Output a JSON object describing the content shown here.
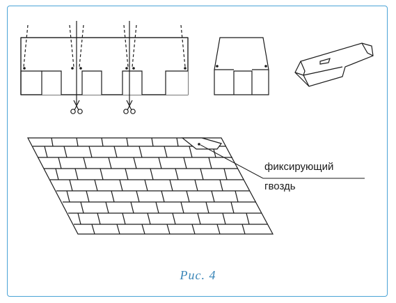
{
  "figure": {
    "label_line1": "фиксирующий",
    "label_line2": "гвоздь",
    "caption": "Рис. 4",
    "frame_color": "#4aa3d6",
    "caption_color": "#3a86b8",
    "line_color": "#1a1a1a",
    "icons": [
      "scissors-icon",
      "scissors-icon"
    ]
  }
}
